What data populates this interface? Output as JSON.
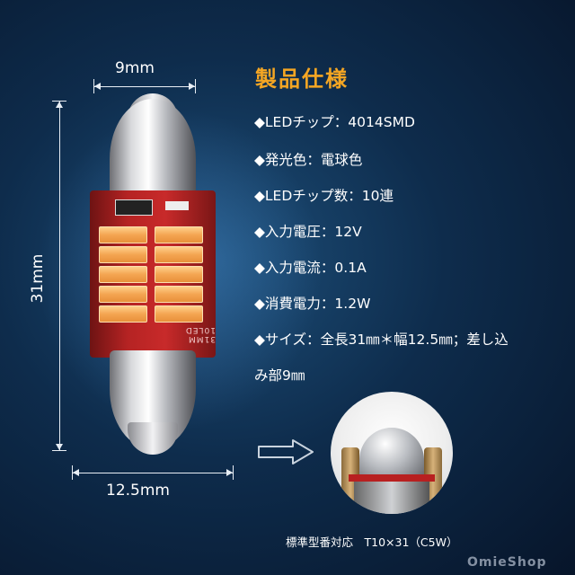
{
  "dimensions": {
    "width_label": "9mm",
    "height_label": "31mm",
    "base_label": "12.5mm"
  },
  "specs": {
    "title": "製品仕様",
    "lines": [
      "◆LEDチップ：4014SMD",
      "◆発光色：電球色",
      "◆LEDチップ数：10連",
      "◆入力電圧：12V",
      "◆入力電流：0.1A",
      "◆消費電力：1.2W",
      "◆サイズ：全長31㎜＊幅12.5㎜；差し込",
      "み部9㎜"
    ]
  },
  "board_label": "31MM 10LED",
  "caption": "標準型番対応　T10×31（C5W）",
  "watermark": "OmieShop",
  "icons": [
    "bulb-illustration",
    "right-arrow-icon",
    "socket-inset-image"
  ],
  "colors": {
    "title_accent": "#f5a623",
    "background": "#0e2c4c",
    "led": "#f4a552",
    "board": "#c82a2a"
  }
}
